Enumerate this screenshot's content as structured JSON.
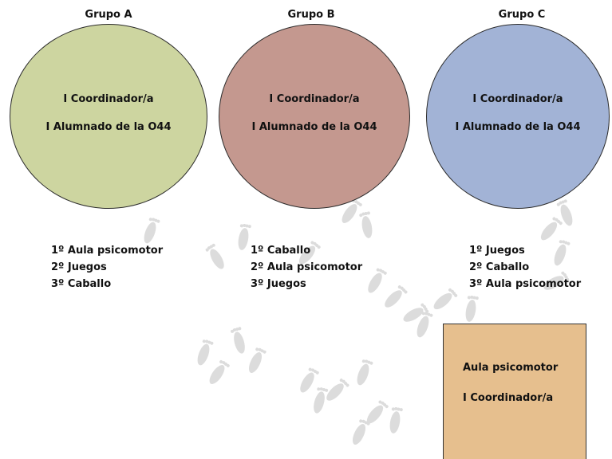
{
  "groups": [
    {
      "title": "Grupo A",
      "coordinator": "I Coordinador/a",
      "students": "I Alumnado de la O44",
      "color": "#cdd5a0",
      "order": [
        "1º Aula psicomotor",
        "2º Juegos",
        "3º Caballo"
      ]
    },
    {
      "title": "Grupo B",
      "coordinator": "I Coordinador/a",
      "students": "I Alumnado de la O44",
      "color": "#c4988f",
      "order": [
        "1º Caballo",
        "2º Aula psicomotor",
        "3º Juegos"
      ]
    },
    {
      "title": "Grupo C",
      "coordinator": "I Coordinador/a",
      "students": "I Alumnado de la O44",
      "color": "#a2b3d6",
      "order": [
        "1º Juegos",
        "2º Caballo",
        "3º Aula psicomotor"
      ]
    }
  ],
  "room": {
    "title": "Aula psicomotor",
    "coordinator": "I Coordinador/a",
    "color": "#e6bf8e"
  },
  "decor": {
    "footprint_color": "#dcdcdc",
    "footprint_icon": "footprint-icon"
  }
}
